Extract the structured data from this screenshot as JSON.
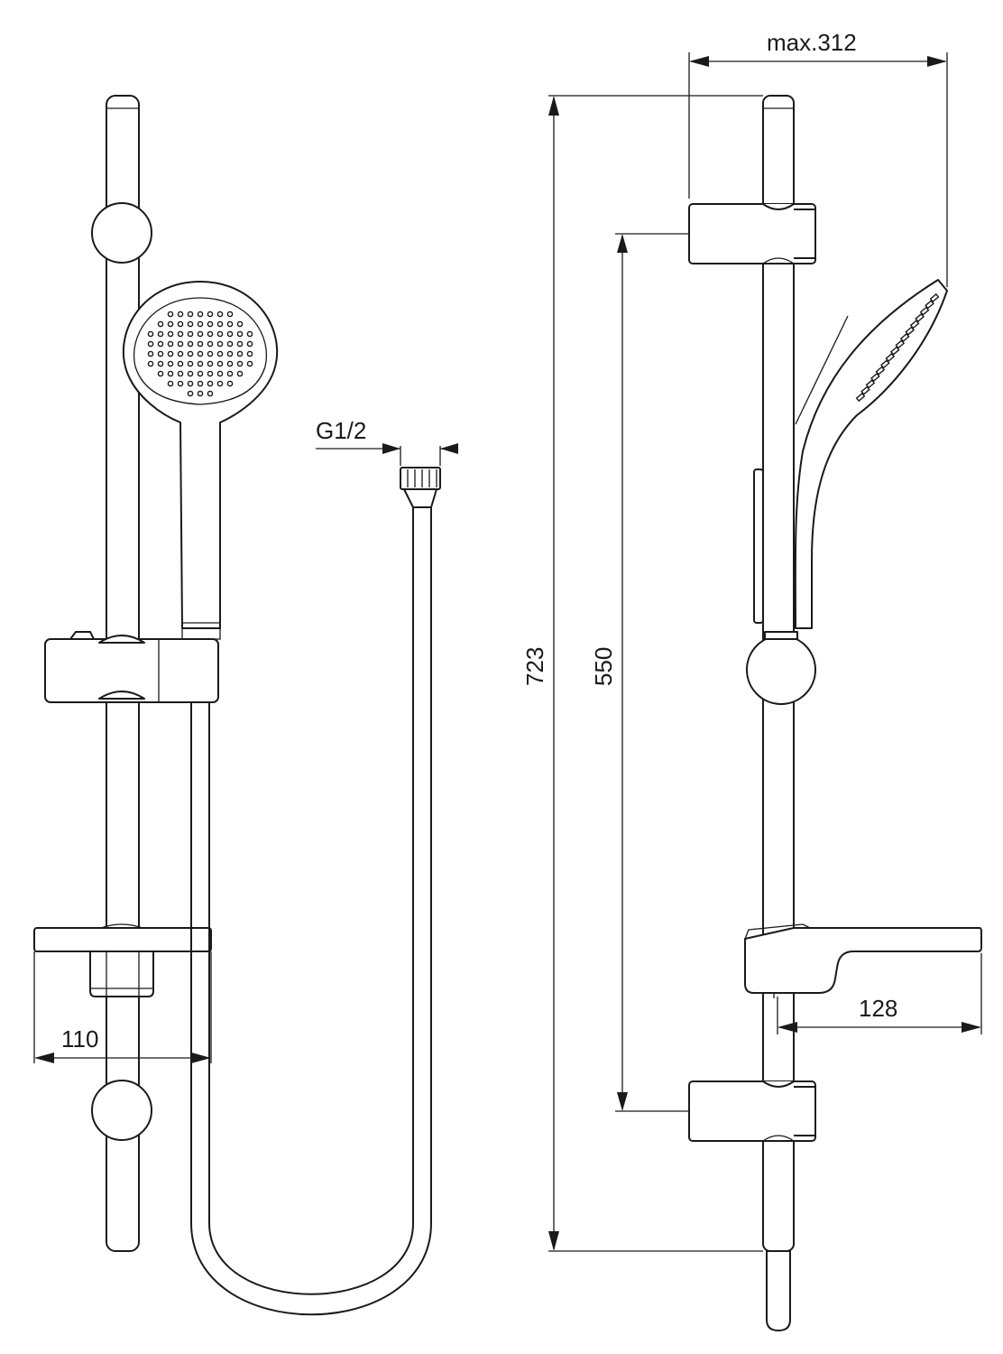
{
  "dimensions": {
    "total_height": "723",
    "bracket_distance": "550",
    "max_projection": "max.312",
    "shelf_depth_side": "128",
    "shelf_width_front": "110",
    "connection_thread": "G1/2"
  },
  "colors": {
    "line": "#1a1a1a",
    "background": "#ffffff"
  }
}
